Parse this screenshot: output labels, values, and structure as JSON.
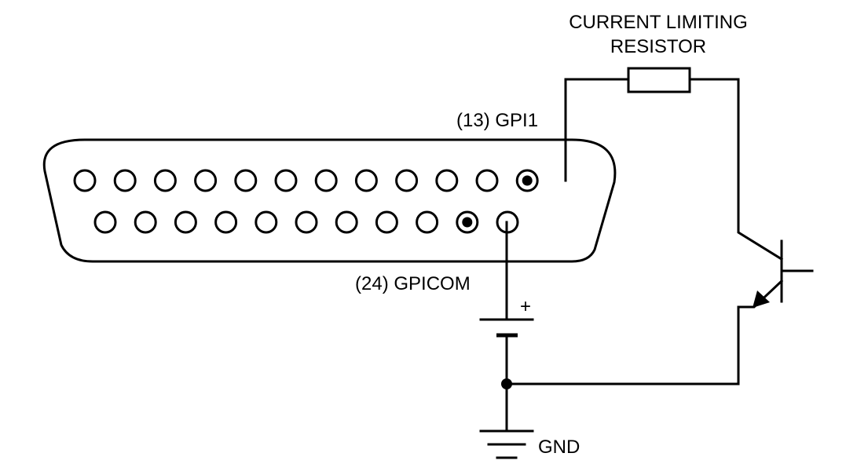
{
  "labels": {
    "resistor_line1": "CURRENT LIMITING",
    "resistor_line2": "RESISTOR",
    "gpi1": "(13) GPI1",
    "gpicom": "(24) GPICOM",
    "battery_plus": "+",
    "gnd": "GND"
  },
  "connector": {
    "top_row_pins": 12,
    "bottom_row_pins": 11,
    "highlighted_top_pin": 12,
    "highlighted_bottom_pin": 10
  },
  "colors": {
    "line": "#000000",
    "background": "#ffffff"
  }
}
